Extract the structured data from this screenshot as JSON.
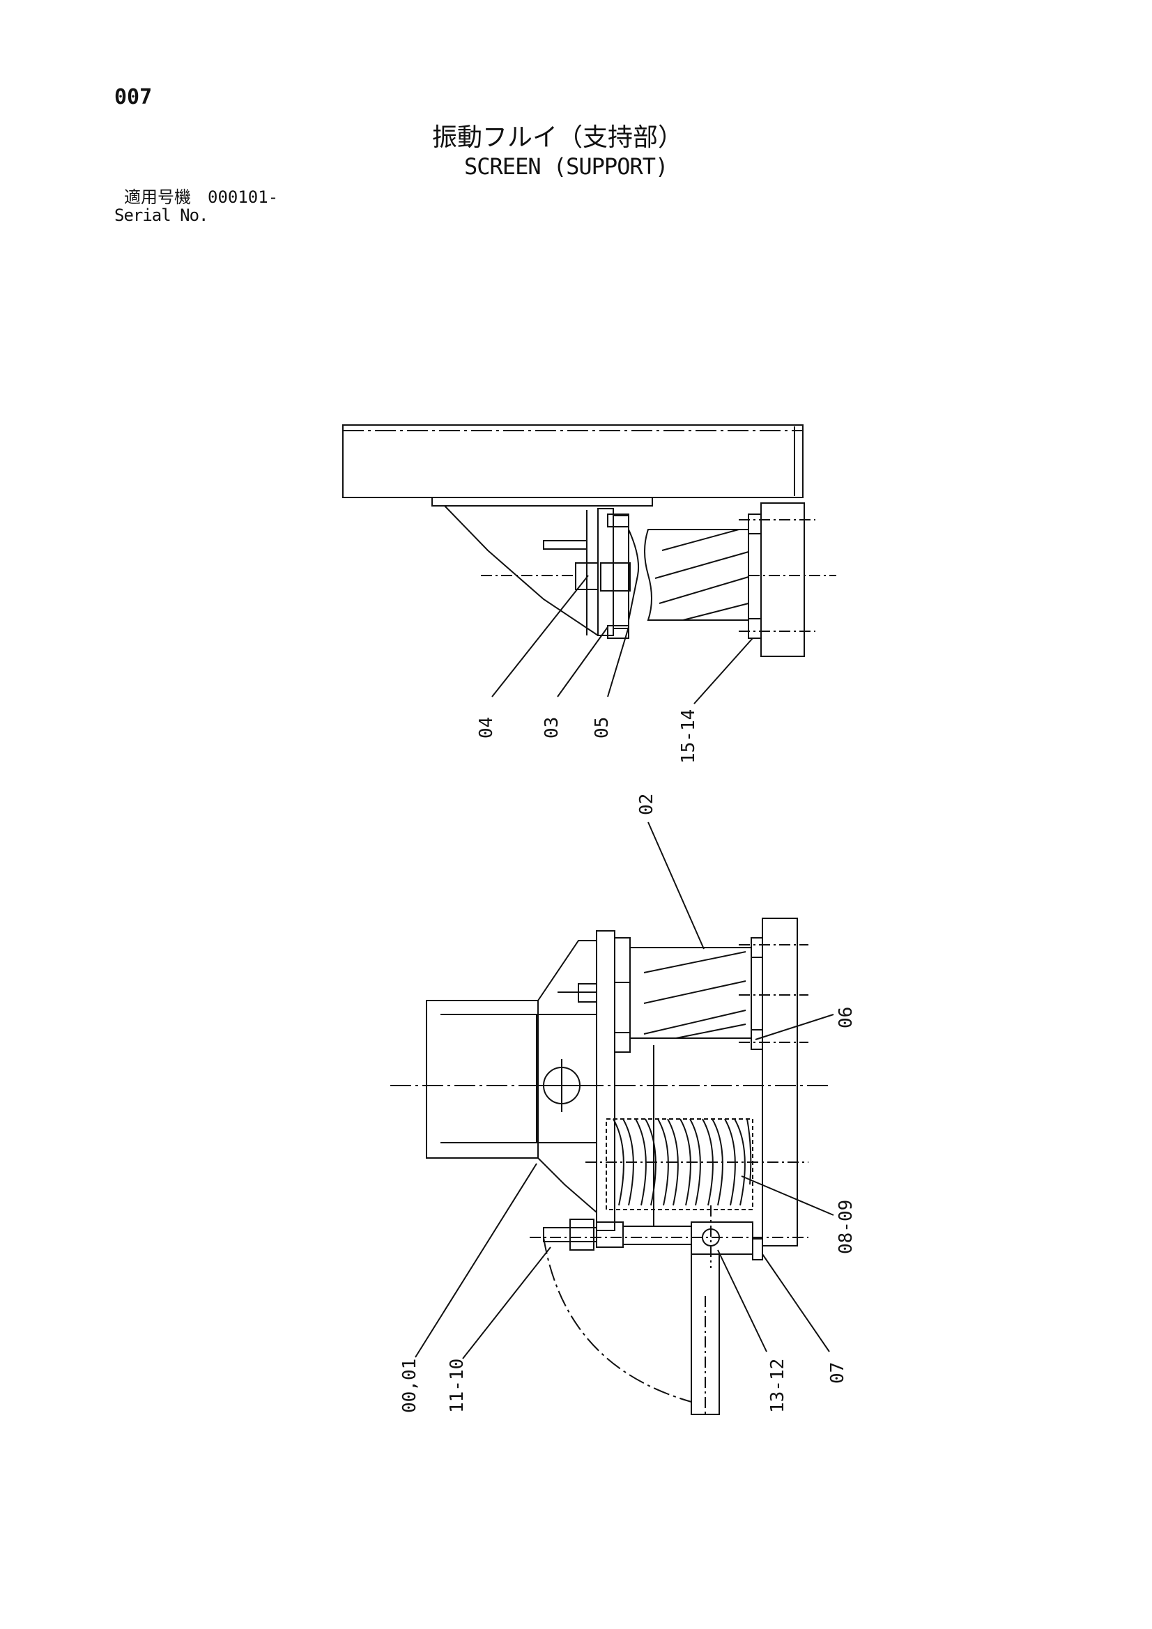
{
  "page_number": "007",
  "title_jp": "振動フルイ（支持部）",
  "title_en": "SCREEN (SUPPORT)",
  "serial": {
    "label_jp": "適用号機",
    "value": "000101-",
    "label_en": "Serial No."
  },
  "callouts_top": [
    "04",
    "03",
    "05",
    "15-14"
  ],
  "callouts_bottom": [
    "02",
    "06",
    "08-09",
    "07",
    "13-12",
    "11-10",
    "00,01"
  ]
}
